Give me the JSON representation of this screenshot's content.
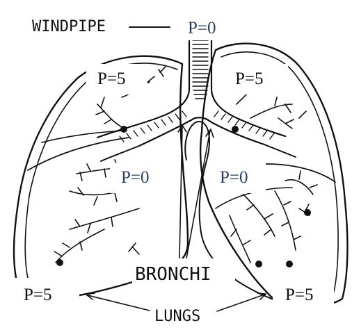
{
  "labels": {
    "windpipe": "WINDPIPE",
    "bronchi": "BRONCHI",
    "lungs": "LUNGS"
  },
  "pressure": {
    "windpipe": "P=0",
    "bronchi_left": "P=0",
    "bronchi_right": "P=0",
    "upper_left": "P=5",
    "upper_right": "P=5",
    "lower_left": "P=5",
    "lower_right": "P=5"
  },
  "colors": {
    "line": "#111111",
    "zero_pressure_text": "#2c3e63",
    "five_pressure_text": "#111111",
    "label_box": "#ffffff"
  }
}
